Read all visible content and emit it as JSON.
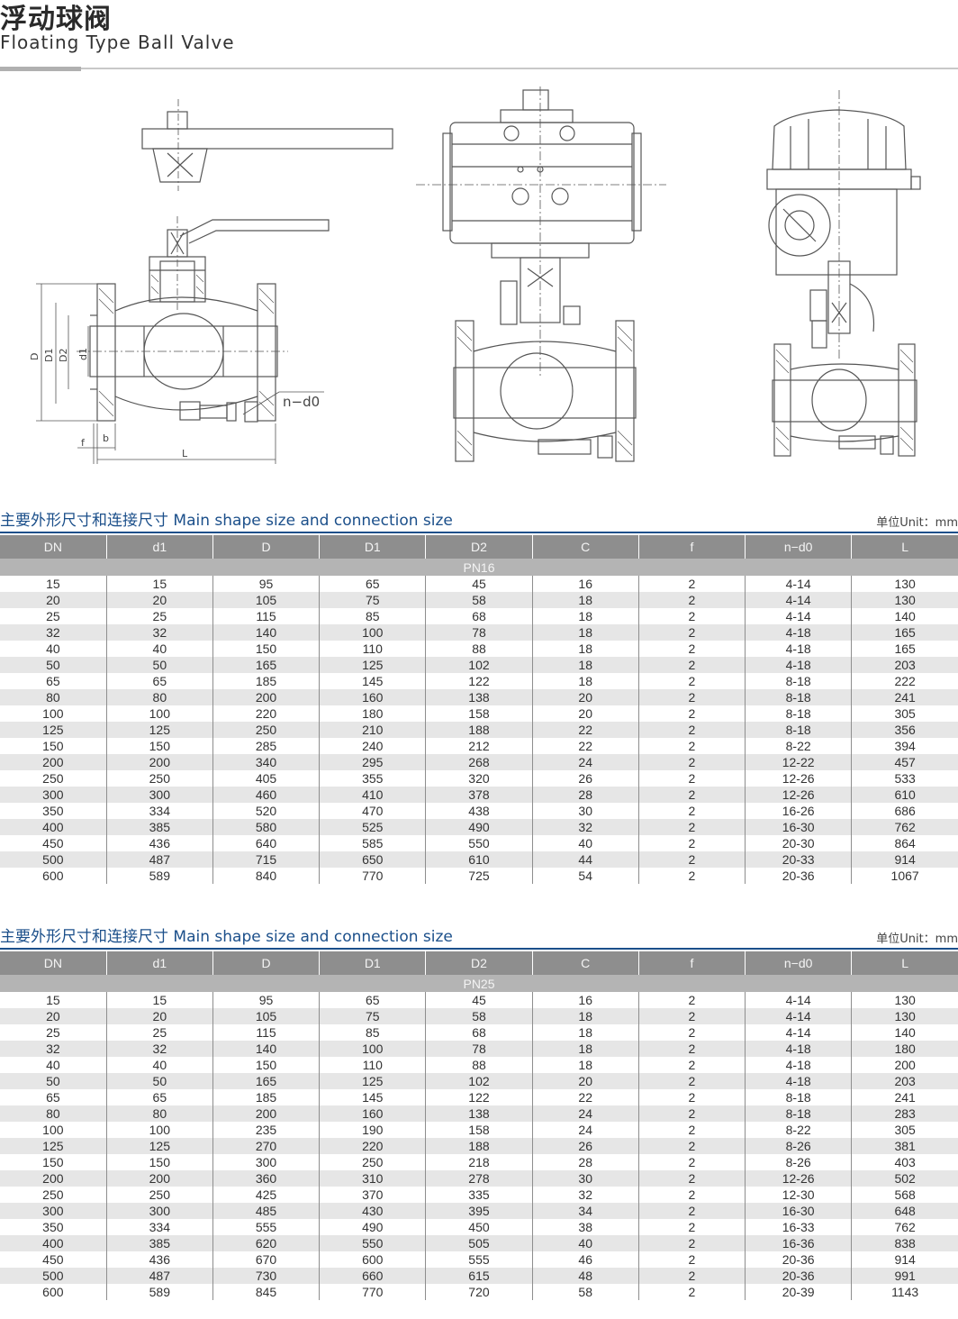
{
  "header": {
    "title_cn": "浮动球阀",
    "title_en": "Floating Type Ball Valve"
  },
  "drawing": {
    "labels": {
      "D": "D",
      "D1": "D1",
      "D2": "D2",
      "d1": "d1",
      "f": "f",
      "b": "b",
      "L": "L",
      "ndo": "n−d0"
    }
  },
  "colors": {
    "accent": "#1b4f8a",
    "header_bg": "#8e8e8e",
    "group_bg": "#b4b4b4",
    "alt_row": "#e6e6e6"
  },
  "tables": [
    {
      "title": "主要外形尺寸和连接尺寸 Main shape size and connection size",
      "unit": "单位Unit：mm",
      "columns": [
        "DN",
        "d1",
        "D",
        "D1",
        "D2",
        "C",
        "f",
        "n−d0",
        "L"
      ],
      "group": "PN16",
      "rows": [
        [
          "15",
          "15",
          "95",
          "65",
          "45",
          "16",
          "2",
          "4-14",
          "130"
        ],
        [
          "20",
          "20",
          "105",
          "75",
          "58",
          "18",
          "2",
          "4-14",
          "130"
        ],
        [
          "25",
          "25",
          "115",
          "85",
          "68",
          "18",
          "2",
          "4-14",
          "140"
        ],
        [
          "32",
          "32",
          "140",
          "100",
          "78",
          "18",
          "2",
          "4-18",
          "165"
        ],
        [
          "40",
          "40",
          "150",
          "110",
          "88",
          "18",
          "2",
          "4-18",
          "165"
        ],
        [
          "50",
          "50",
          "165",
          "125",
          "102",
          "18",
          "2",
          "4-18",
          "203"
        ],
        [
          "65",
          "65",
          "185",
          "145",
          "122",
          "18",
          "2",
          "8-18",
          "222"
        ],
        [
          "80",
          "80",
          "200",
          "160",
          "138",
          "20",
          "2",
          "8-18",
          "241"
        ],
        [
          "100",
          "100",
          "220",
          "180",
          "158",
          "20",
          "2",
          "8-18",
          "305"
        ],
        [
          "125",
          "125",
          "250",
          "210",
          "188",
          "22",
          "2",
          "8-18",
          "356"
        ],
        [
          "150",
          "150",
          "285",
          "240",
          "212",
          "22",
          "2",
          "8-22",
          "394"
        ],
        [
          "200",
          "200",
          "340",
          "295",
          "268",
          "24",
          "2",
          "12-22",
          "457"
        ],
        [
          "250",
          "250",
          "405",
          "355",
          "320",
          "26",
          "2",
          "12-26",
          "533"
        ],
        [
          "300",
          "300",
          "460",
          "410",
          "378",
          "28",
          "2",
          "12-26",
          "610"
        ],
        [
          "350",
          "334",
          "520",
          "470",
          "438",
          "30",
          "2",
          "16-26",
          "686"
        ],
        [
          "400",
          "385",
          "580",
          "525",
          "490",
          "32",
          "2",
          "16-30",
          "762"
        ],
        [
          "450",
          "436",
          "640",
          "585",
          "550",
          "40",
          "2",
          "20-30",
          "864"
        ],
        [
          "500",
          "487",
          "715",
          "650",
          "610",
          "44",
          "2",
          "20-33",
          "914"
        ],
        [
          "600",
          "589",
          "840",
          "770",
          "725",
          "54",
          "2",
          "20-36",
          "1067"
        ]
      ]
    },
    {
      "title": "主要外形尺寸和连接尺寸 Main shape size and connection size",
      "unit": "单位Unit：mm",
      "columns": [
        "DN",
        "d1",
        "D",
        "D1",
        "D2",
        "C",
        "f",
        "n−d0",
        "L"
      ],
      "group": "PN25",
      "rows": [
        [
          "15",
          "15",
          "95",
          "65",
          "45",
          "16",
          "2",
          "4-14",
          "130"
        ],
        [
          "20",
          "20",
          "105",
          "75",
          "58",
          "18",
          "2",
          "4-14",
          "130"
        ],
        [
          "25",
          "25",
          "115",
          "85",
          "68",
          "18",
          "2",
          "4-14",
          "140"
        ],
        [
          "32",
          "32",
          "140",
          "100",
          "78",
          "18",
          "2",
          "4-18",
          "180"
        ],
        [
          "40",
          "40",
          "150",
          "110",
          "88",
          "18",
          "2",
          "4-18",
          "200"
        ],
        [
          "50",
          "50",
          "165",
          "125",
          "102",
          "20",
          "2",
          "4-18",
          "203"
        ],
        [
          "65",
          "65",
          "185",
          "145",
          "122",
          "22",
          "2",
          "8-18",
          "241"
        ],
        [
          "80",
          "80",
          "200",
          "160",
          "138",
          "24",
          "2",
          "8-18",
          "283"
        ],
        [
          "100",
          "100",
          "235",
          "190",
          "158",
          "24",
          "2",
          "8-22",
          "305"
        ],
        [
          "125",
          "125",
          "270",
          "220",
          "188",
          "26",
          "2",
          "8-26",
          "381"
        ],
        [
          "150",
          "150",
          "300",
          "250",
          "218",
          "28",
          "2",
          "8-26",
          "403"
        ],
        [
          "200",
          "200",
          "360",
          "310",
          "278",
          "30",
          "2",
          "12-26",
          "502"
        ],
        [
          "250",
          "250",
          "425",
          "370",
          "335",
          "32",
          "2",
          "12-30",
          "568"
        ],
        [
          "300",
          "300",
          "485",
          "430",
          "395",
          "34",
          "2",
          "16-30",
          "648"
        ],
        [
          "350",
          "334",
          "555",
          "490",
          "450",
          "38",
          "2",
          "16-33",
          "762"
        ],
        [
          "400",
          "385",
          "620",
          "550",
          "505",
          "40",
          "2",
          "16-36",
          "838"
        ],
        [
          "450",
          "436",
          "670",
          "600",
          "555",
          "46",
          "2",
          "20-36",
          "914"
        ],
        [
          "500",
          "487",
          "730",
          "660",
          "615",
          "48",
          "2",
          "20-36",
          "991"
        ],
        [
          "600",
          "589",
          "845",
          "770",
          "720",
          "58",
          "2",
          "20-39",
          "1143"
        ]
      ]
    }
  ]
}
